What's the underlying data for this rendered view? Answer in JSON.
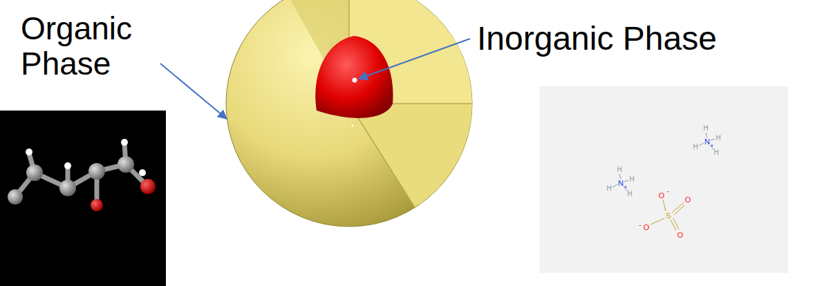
{
  "diagram": {
    "labels": [
      "Organic Phase",
      "Inorganic Phase",
      "H",
      "H",
      "N",
      "+",
      "H",
      "H",
      "H",
      "H",
      "N",
      "+",
      "H",
      "H",
      "O",
      "-",
      "-",
      "O",
      "O",
      "S",
      "O"
    ]
  }
}
